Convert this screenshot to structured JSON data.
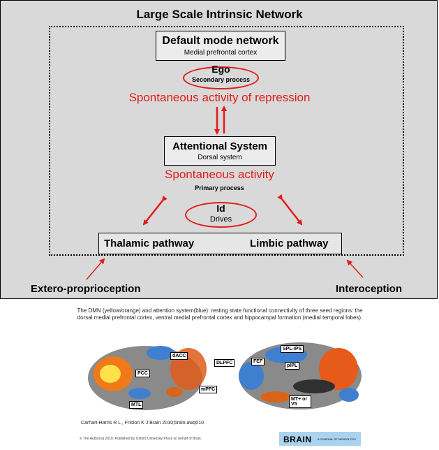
{
  "diagram": {
    "title": "Large Scale Intrinsic Network",
    "dmn": {
      "title": "Default mode network",
      "subtitle": "Medial prefrontal cortex"
    },
    "ego": {
      "title": "Ego",
      "subtitle": "Secondary process"
    },
    "repression_label": "Spontaneous activity of repression",
    "attentional": {
      "title": "Attentional System",
      "subtitle": "Dorsal system"
    },
    "spontaneous_label": "Spontaneous activity",
    "primary_process": "Primary process",
    "id": {
      "title": "Id",
      "subtitle": "Drives"
    },
    "thalamic": "Thalamic pathway",
    "limbic": "Limbic pathway",
    "extero": "Extero-proprioception",
    "intero": "Interoception",
    "accent_color": "#e31b1b"
  },
  "figure": {
    "caption": "The DMN (yellow/orange) and attention system(blue): resting state functional connectivity of three seed regions: the dorsal medial prefrontal cortex, ventral medial prefrontal cortex and hippocampal formation (medial temporal lobes).",
    "labels": [
      "PCC",
      "dACC",
      "mPFC",
      "MTL",
      "DLPFC",
      "FEF",
      "SPL-IPS",
      "pIPL",
      "MT+ or V5"
    ],
    "citation": "Carhart-Harris R L , Friston K J Brain 2010;brain.awq010",
    "copyright": "© The Author(s) 2010. Published by Oxford University Press on behalf of Brain.",
    "journal": "BRAIN",
    "journal_sub": "A JOURNAL OF NEUROLOGY"
  }
}
